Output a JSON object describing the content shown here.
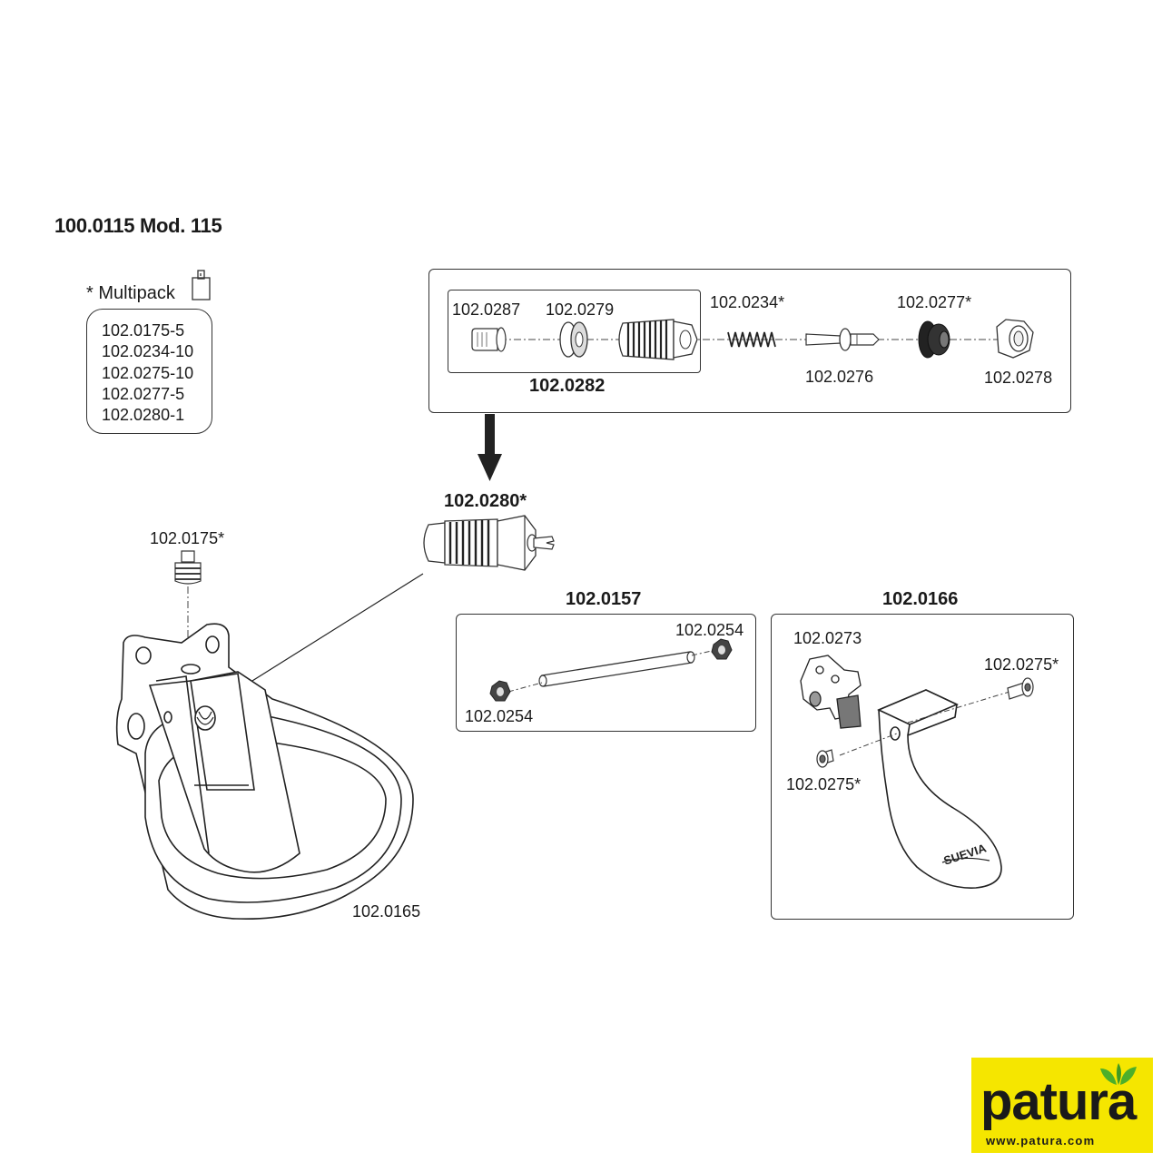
{
  "title": "100.0115 Mod. 115",
  "multipack": {
    "label": "* Multipack",
    "items": [
      "102.0175-5",
      "102.0234-10",
      "102.0275-10",
      "102.0277-5",
      "102.0280-1"
    ]
  },
  "valve_assembly": {
    "parts": {
      "p0287": "102.0287",
      "p0279": "102.0279",
      "p0234": "102.0234*",
      "p0277": "102.0277*",
      "p0276": "102.0276",
      "p0278": "102.0278"
    },
    "inner_group": "102.0282"
  },
  "valve": "102.0280*",
  "plug": "102.0175*",
  "bowl": "102.0165",
  "rod_kit": {
    "title": "102.0157",
    "nut_top": "102.0254",
    "nut_bottom": "102.0254"
  },
  "paddle_kit": {
    "title": "102.0166",
    "bracket": "102.0273",
    "screw_right": "102.0275*",
    "screw_left": "102.0275*",
    "brand_mark": "SUEVIA"
  },
  "logo": {
    "name": "patura",
    "url": "www.patura.com",
    "colors": {
      "background": "#f5e600",
      "leaf": "#4caf2a",
      "text": "#1a1a1a"
    }
  }
}
